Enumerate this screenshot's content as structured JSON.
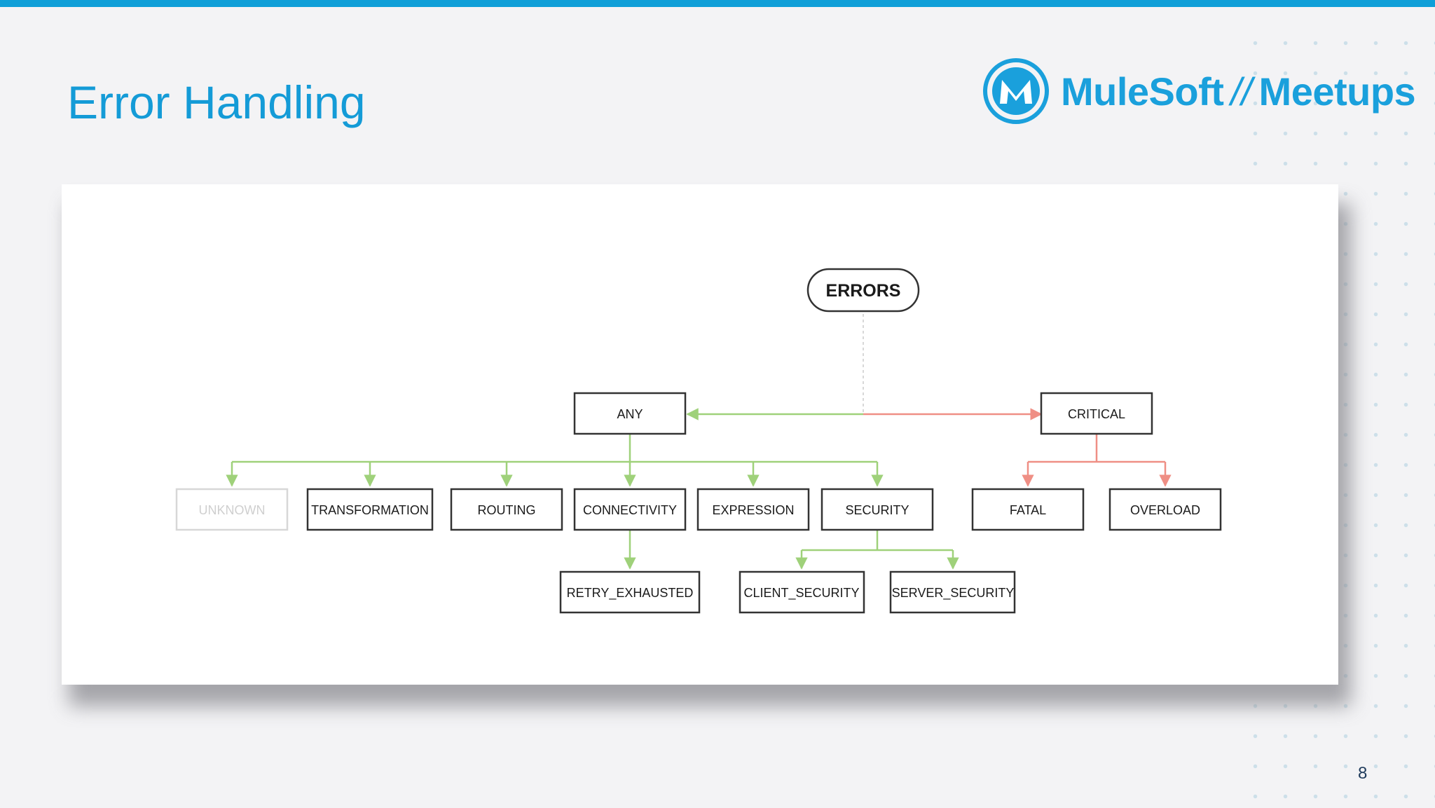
{
  "slide": {
    "title": "Error Handling",
    "page_number": "8"
  },
  "logo": {
    "brand": "MuleSoft",
    "separator": "//",
    "product": "Meetups",
    "icon": "mulesoft-m-icon"
  },
  "colors": {
    "accent": "#0f9fd8",
    "title": "#149bd7",
    "any_branch": "#9fd17a",
    "critical_branch": "#ef8f85",
    "node_border": "#333333",
    "disabled_node": "#d7d7d7"
  },
  "diagram": {
    "root": "ERRORS",
    "any": "ANY",
    "critical": "CRITICAL",
    "any_children": [
      "UNKNOWN",
      "TRANSFORMATION",
      "ROUTING",
      "CONNECTIVITY",
      "EXPRESSION",
      "SECURITY"
    ],
    "critical_children": [
      "FATAL",
      "OVERLOAD"
    ],
    "connectivity_children": [
      "RETRY_EXHAUSTED"
    ],
    "security_children": [
      "CLIENT_SECURITY",
      "SERVER_SECURITY"
    ]
  }
}
